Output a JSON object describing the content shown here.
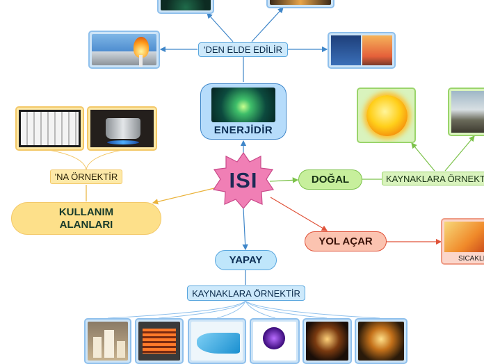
{
  "central": {
    "label": "ISI"
  },
  "energy": {
    "label": "ENERJİDİR"
  },
  "energy_source": {
    "label": "'DEN ELDE EDİLİR"
  },
  "natural": {
    "label": "DOĞAL"
  },
  "natural_examples": {
    "label": "KAYNAKLARA ÖRNEKTİR"
  },
  "path": {
    "label": "YOL AÇAR"
  },
  "temperature": {
    "label": "SICAKLI"
  },
  "artificial": {
    "label": "YAPAY"
  },
  "artificial_examples": {
    "label": "KAYNAKLARA ÖRNEKTİR"
  },
  "usage": {
    "label": "KULLANIM ALANLARI"
  },
  "usage_examples": {
    "label": "'NA ÖRNEKTİR"
  },
  "images": {
    "gas_flame": "gas-flare-image",
    "wind_solar": "wind-solar-image",
    "sun": "sun-image",
    "geyser": "geyser-image",
    "radiator": "radiator-image",
    "pot_stove": "pot-on-stove-image",
    "thermometer": "thermometer-image",
    "candles": "candles-image",
    "heater": "electric-heater-image",
    "iron": "iron-image",
    "uv_torch": "uv-flashlight-image",
    "oil_lamp": "oil-lamp-image",
    "bulb": "light-bulb-image"
  },
  "colors": {
    "blue": "#5aa7de",
    "green": "#9ad46b",
    "yellow": "#f3c869",
    "red": "#ee9b85",
    "star_fill": "#f07fb5",
    "star_text": "#1d2a55"
  }
}
